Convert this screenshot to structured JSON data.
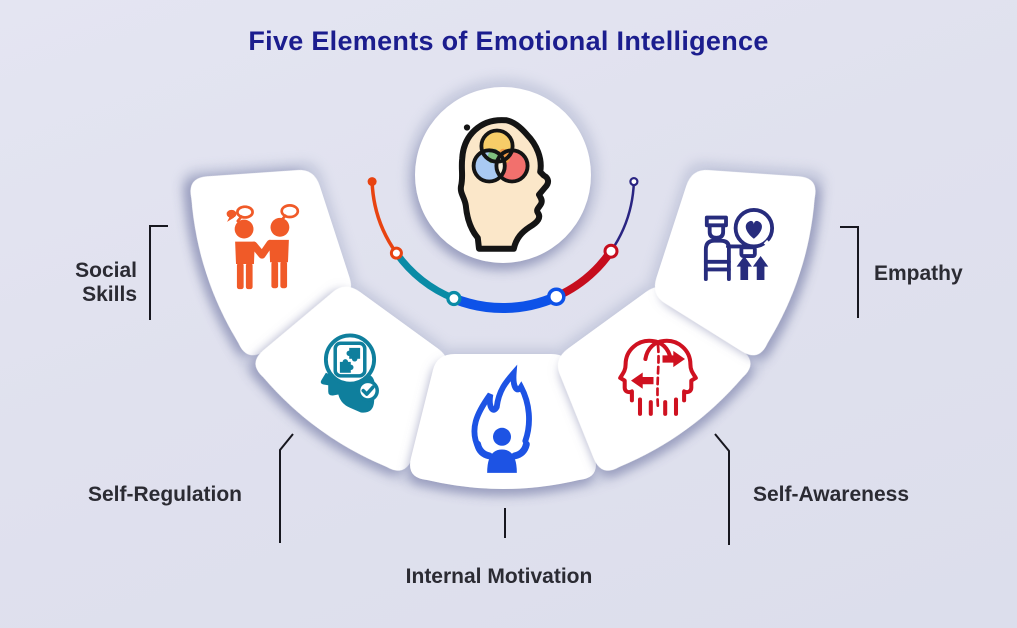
{
  "title": {
    "text": "Five Elements of Emotional Intelligence",
    "color": "#1b1d8e"
  },
  "background": {
    "color": "#e0e1ee"
  },
  "center_badge": {
    "icon": "head-venn-icon",
    "circle_color": "#ffffff",
    "head_outline": "#141414",
    "head_fill": "#fbe7c9",
    "venn": {
      "top_circle": "#f7cd68",
      "left_circle": "#a9c9f2",
      "right_circle": "#f2706d",
      "lens_left": "#7fc07f",
      "lens_right": "#f29a45",
      "lens_center": "#fbf0da"
    }
  },
  "elements": [
    {
      "label": "Social Skills",
      "icon": "handshake-chat-icon",
      "color": "#f05a28",
      "position": "top-left"
    },
    {
      "label": "Self-Regulation",
      "icon": "head-puzzle-check-icon",
      "color": "#0f7f9d",
      "position": "bottom-left"
    },
    {
      "label": "Internal Motivation",
      "icon": "person-flame-icon",
      "color": "#1d53e4",
      "position": "bottom-center"
    },
    {
      "label": "Self-Awareness",
      "icon": "dual-heads-arrows-icon",
      "color": "#cf1120",
      "position": "bottom-right"
    },
    {
      "label": "Empathy",
      "icon": "person-heart-icon",
      "color": "#272c7d",
      "position": "top-right"
    }
  ],
  "arc": {
    "segments": [
      {
        "element": "Social Skills",
        "color": "#e84311"
      },
      {
        "element": "Self-Regulation",
        "color": "#0a8ba6"
      },
      {
        "element": "Internal Motivation",
        "color": "#0d52e8"
      },
      {
        "element": "Self-Awareness",
        "color": "#c60d1d"
      },
      {
        "element": "Empathy",
        "color": "#2a2482"
      }
    ],
    "nodes": [
      {
        "ring": "#e84311"
      },
      {
        "ring": "#0a8ba6"
      },
      {
        "ring": "#0d52e8"
      },
      {
        "ring": "#c60d1d"
      }
    ],
    "start_dot_color": "#e84311",
    "end_dot_color": "#2a2482",
    "node_fill": "#ffffff"
  },
  "card_color": "#ffffff",
  "connector_color": "#17171f",
  "label_color": "#2b2b33"
}
